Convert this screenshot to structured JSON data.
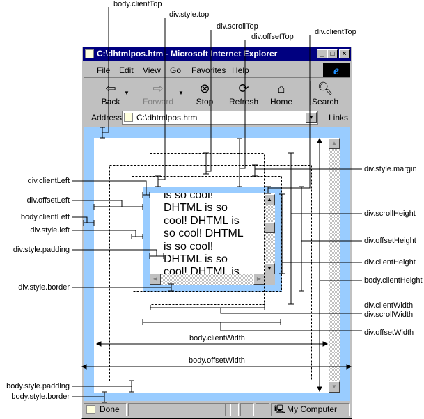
{
  "window": {
    "title": "C:\\dhtmlpos.htm - Microsoft Internet Explorer",
    "controls": [
      "_",
      "□",
      "×"
    ]
  },
  "menu": [
    "File",
    "Edit",
    "View",
    "Go",
    "Favorites",
    "Help"
  ],
  "toolbar": [
    {
      "label": "Back",
      "icon": "back-arrow-icon",
      "enabled": true
    },
    {
      "label": "Forward",
      "icon": "forward-arrow-icon",
      "enabled": false
    },
    {
      "label": "Stop",
      "icon": "stop-icon",
      "enabled": true
    },
    {
      "label": "Refresh",
      "icon": "refresh-icon",
      "enabled": true
    },
    {
      "label": "Home",
      "icon": "home-icon",
      "enabled": true
    },
    {
      "label": "Search",
      "icon": "search-icon",
      "enabled": true
    }
  ],
  "address": {
    "label": "Address",
    "value": "C:\\dhtmlpos.htm",
    "links": "Links"
  },
  "div_text": [
    "is so cool!",
    "DHTML is so",
    "cool! DHTML is",
    "so cool! DHTML",
    "is so cool!",
    "DHTML is so",
    "cool! DHTML is"
  ],
  "status": {
    "text": "Done",
    "zone": "My Computer"
  },
  "labels": {
    "top": {
      "body_clientTop": "body.clientTop",
      "div_style_top": "div.style.top",
      "div_scrollTop": "div.scrollTop",
      "div_offsetTop": "div.offsetTop",
      "div_clientTop": "div.clientTop"
    },
    "left": {
      "div_clientLeft": "div.clientLeft",
      "div_offsetLeft": "div.offsetLeft",
      "body_clientLeft": "body.clientLeft",
      "div_style_left": "div.style.left",
      "div_style_padding": "div.style.padding",
      "div_style_border": "div.style.border",
      "body_style_padding": "body.style.padding",
      "body_style_border": "body.style.border"
    },
    "right": {
      "div_style_margin": "div.style.margin",
      "div_scrollHeight": "div.scrollHeight",
      "div_offsetHeight": "div.offsetHeight",
      "div_clientHeight": "div.clientHeight",
      "body_clientHeight": "body.clientHeight",
      "div_clientWidth": "div.clientWidth",
      "div_scrollWidth": "div.scrollWidth",
      "div_offsetWidth": "div.offsetWidth"
    },
    "center": {
      "body_clientWidth": "body.clientWidth",
      "body_offsetWidth": "body.offsetWidth"
    }
  },
  "colors": {
    "body_border": "#99ccff",
    "title_bar": "#000080",
    "chrome": "#c0c0c0"
  }
}
